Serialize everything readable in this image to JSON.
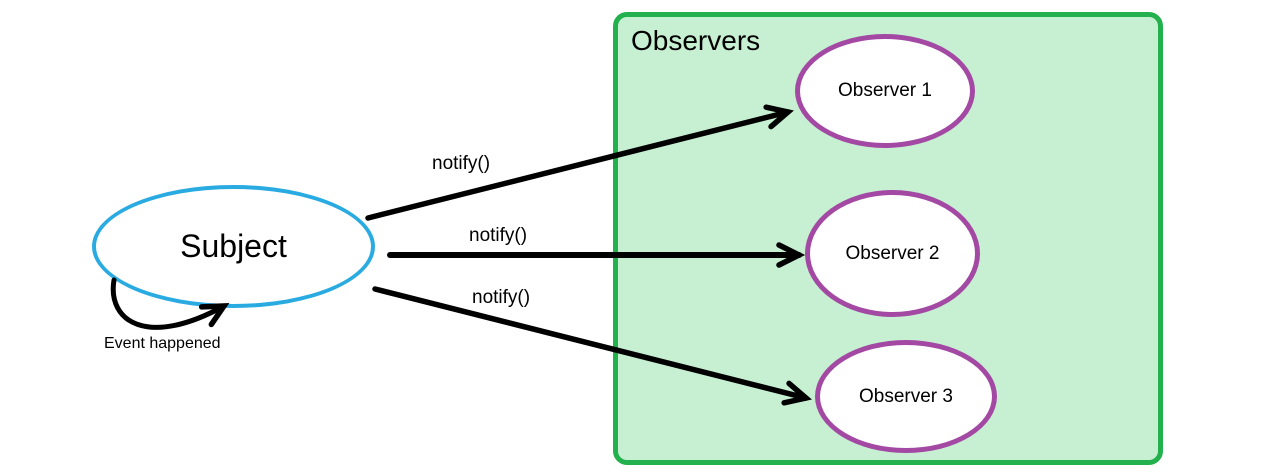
{
  "diagram": {
    "subject": {
      "label": "Subject"
    },
    "self_loop": {
      "label": "Event happened"
    },
    "observers_group": {
      "title": "Observers"
    },
    "observers": [
      {
        "label": "Observer 1"
      },
      {
        "label": "Observer 2"
      },
      {
        "label": "Observer 3"
      }
    ],
    "arrows": [
      {
        "label": "notify()"
      },
      {
        "label": "notify()"
      },
      {
        "label": "notify()"
      }
    ]
  },
  "colors": {
    "background": "#FFFFFF",
    "subject_border": "#29ABE2",
    "observer_border": "#A349A4",
    "group_border": "#22B14C",
    "group_fill": "#C7F0D2",
    "arrow": "#000000",
    "text": "#000000"
  }
}
